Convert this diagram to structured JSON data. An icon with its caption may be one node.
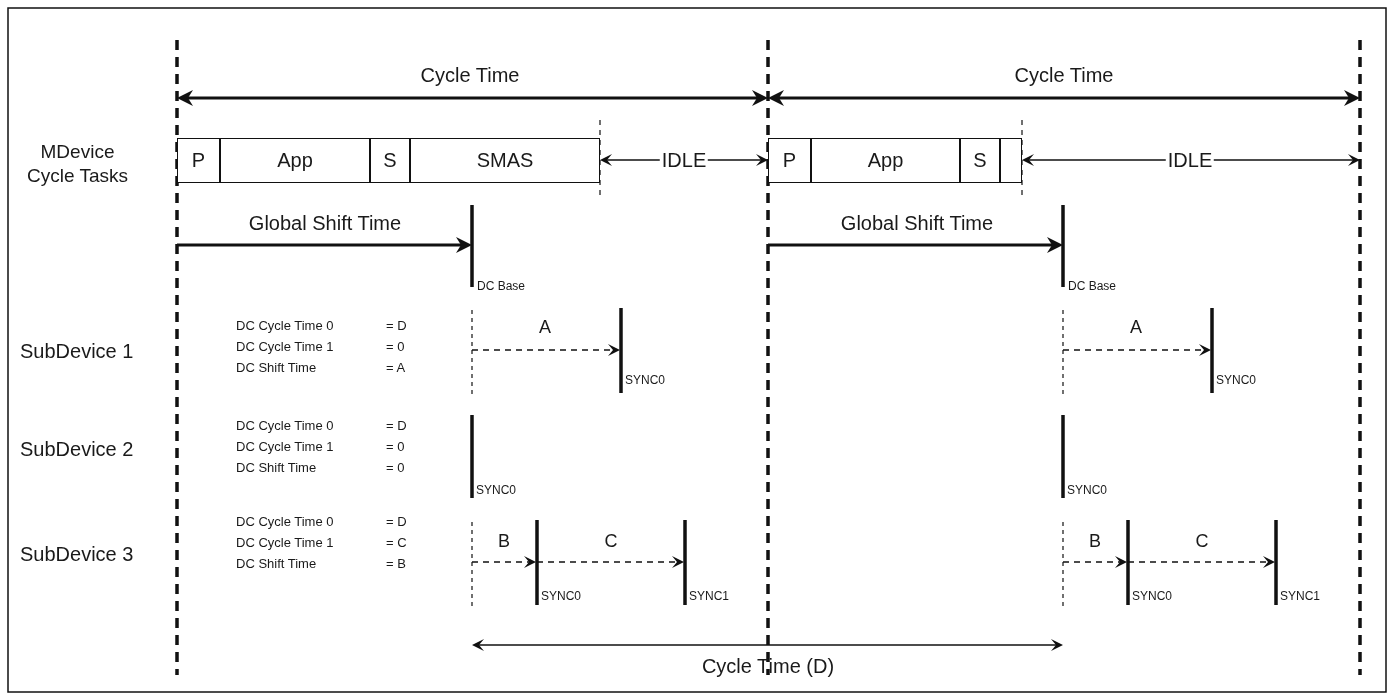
{
  "diagram": {
    "nodes": [
      {
        "text": [
          "P"
        ]
      },
      {
        "text": [
          "App"
        ]
      },
      {
        "text": [
          "S"
        ]
      },
      {
        "text": [
          "SMAS"
        ]
      },
      {
        "text": [
          "P"
        ]
      },
      {
        "text": [
          "App"
        ]
      },
      {
        "text": [
          "S"
        ]
      },
      {
        "text": [],
        "shape": "box"
      }
    ],
    "labels": [
      "Cycle Time",
      "Cycle Time",
      "MDevice Cycle Tasks",
      "IDLE",
      "IDLE",
      "Global Shift Time",
      "Global Shift Time",
      "DC Base",
      "DC Base",
      "A",
      "A",
      "SubDevice 1",
      "DC Cycle Time 0",
      "= D",
      "DC Cycle Time 1",
      "= 0",
      "DC Shift Time",
      "= A",
      "SYNC0",
      "SYNC0",
      "SubDevice 2",
      "DC Cycle Time 0",
      "= D",
      "DC Cycle Time 1",
      "= 0",
      "DC Shift Time",
      "= 0",
      "SYNC0",
      "SYNC0",
      "B",
      "C",
      "B",
      "C",
      "SubDevice 3",
      "DC Cycle Time 0",
      "= D",
      "DC Cycle Time 1",
      "= C",
      "DC Shift Time",
      "= B",
      "SYNC0",
      "SYNC1",
      "SYNC0",
      "SYNC1",
      "Cycle Time (D)"
    ]
  }
}
